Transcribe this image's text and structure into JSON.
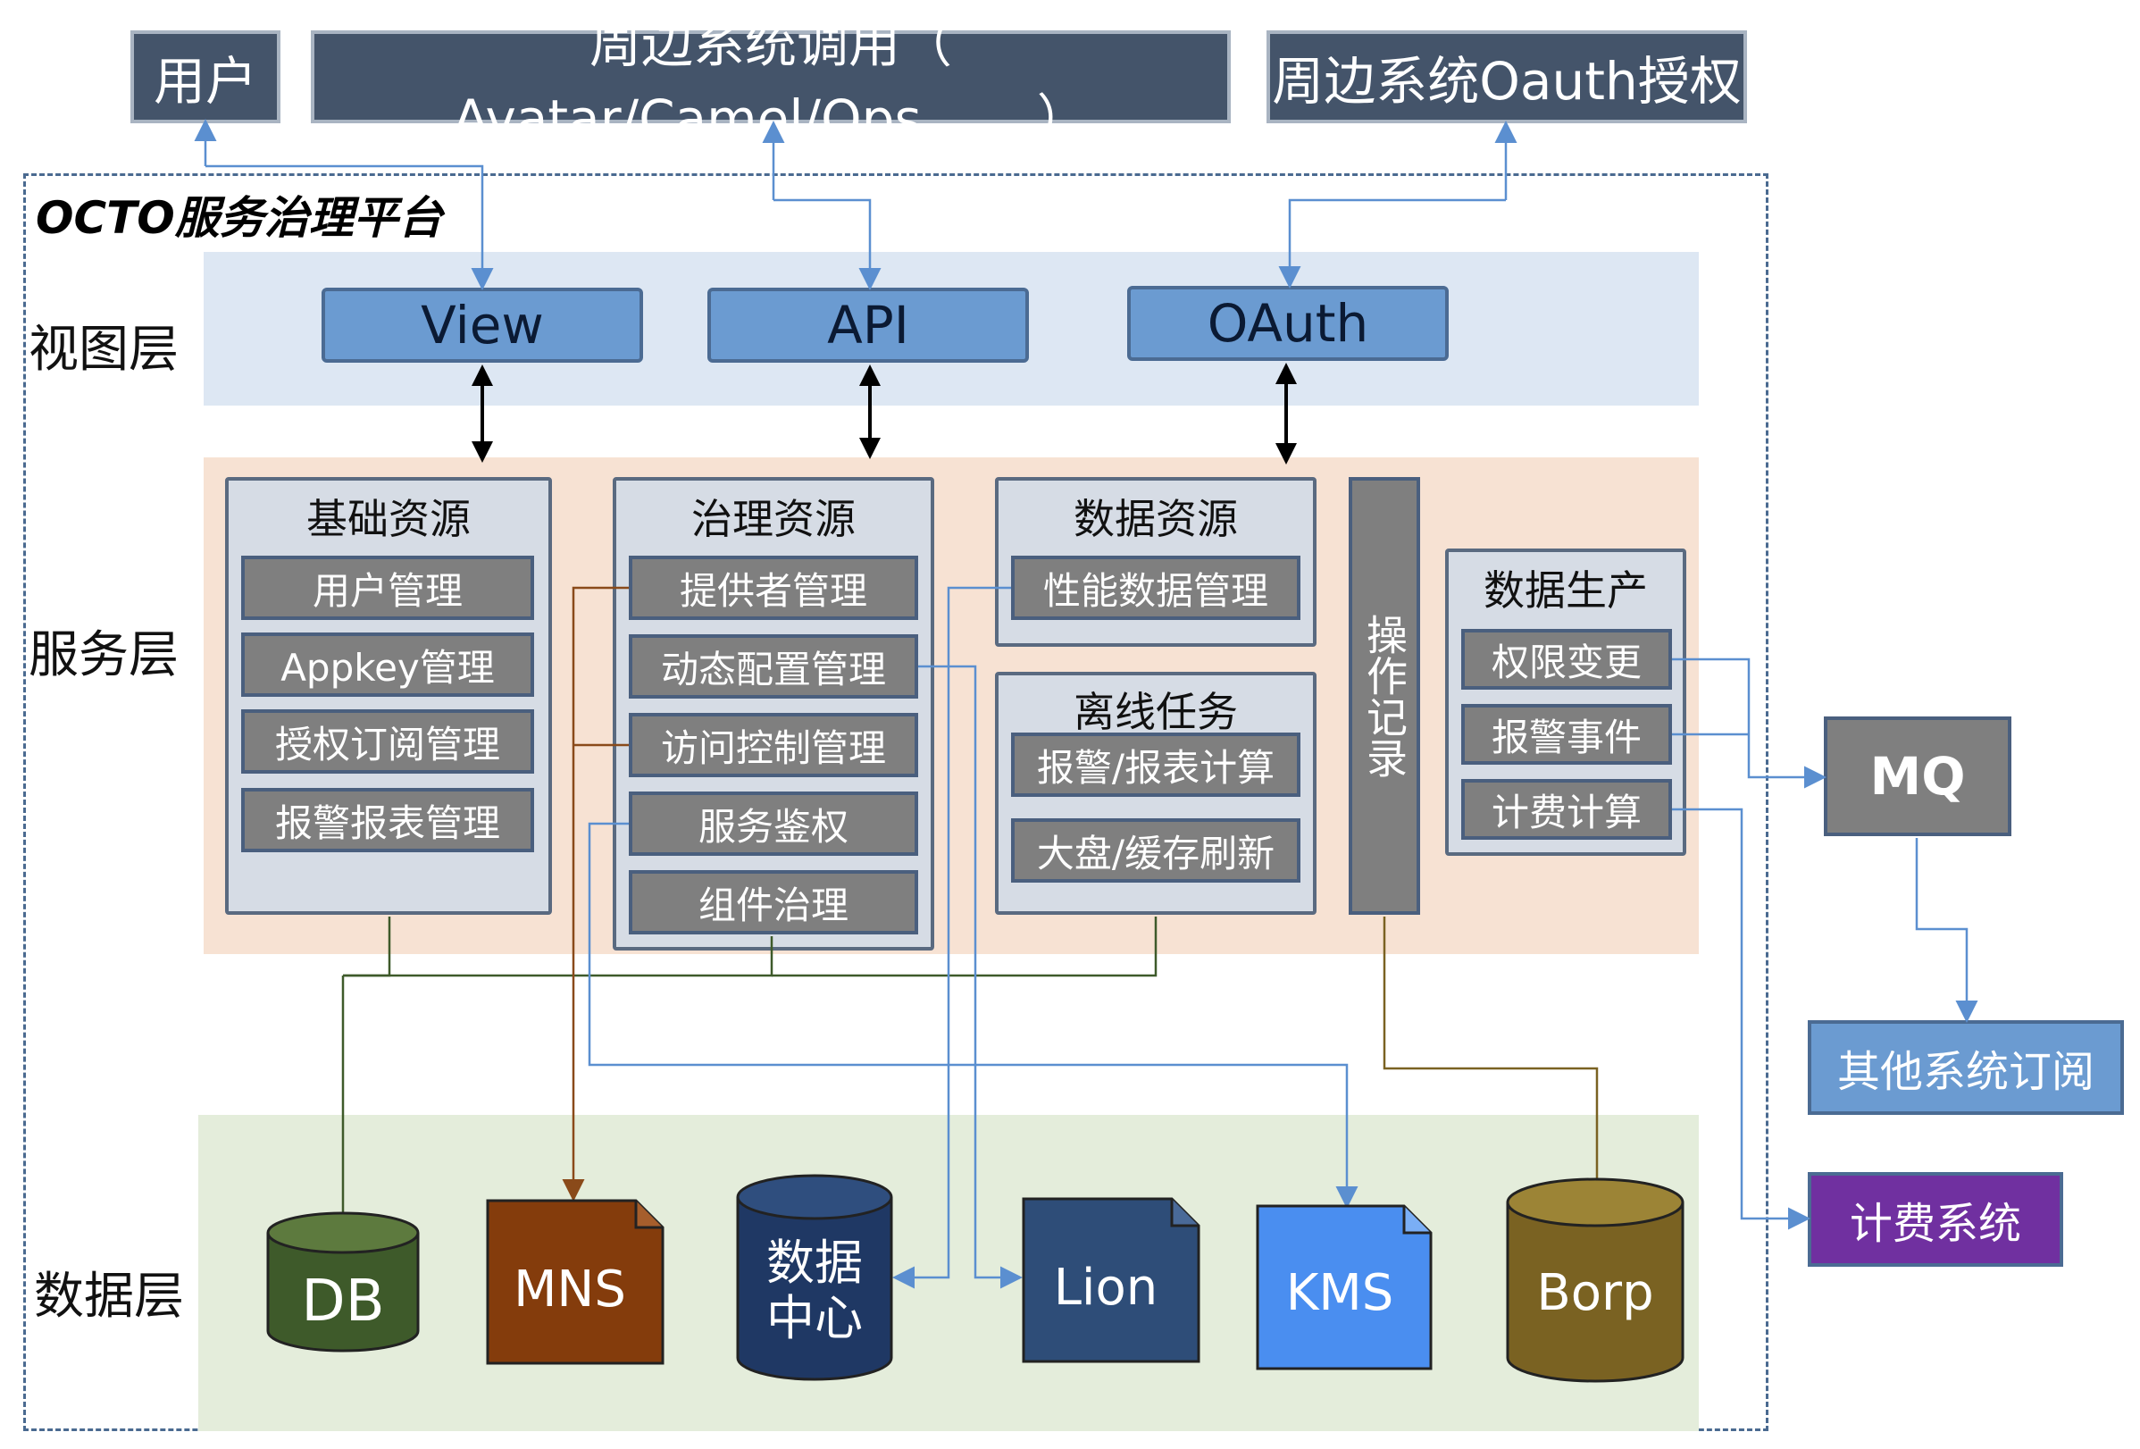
{
  "top": {
    "user": "用户",
    "peripheral_call": "周边系统调用（ Avatar/Camel/Ops...... ）",
    "peripheral_oauth": "周边系统Oauth授权"
  },
  "platform": {
    "title": "OCTO服务治理平台"
  },
  "layers": {
    "view": "视图层",
    "service": "服务层",
    "data": "数据层"
  },
  "view_layer": {
    "view": "View",
    "api": "API",
    "oauth": "OAuth"
  },
  "service_layer": {
    "basic": {
      "title": "基础资源",
      "items": [
        "用户管理",
        "Appkey管理",
        "授权订阅管理",
        "报警报表管理"
      ]
    },
    "governance": {
      "title": "治理资源",
      "items": [
        "提供者管理",
        "动态配置管理",
        "访问控制管理",
        "服务鉴权",
        "组件治理"
      ]
    },
    "data_resource": {
      "title": "数据资源",
      "items": [
        "性能数据管理"
      ]
    },
    "offline": {
      "title": "离线任务",
      "items": [
        "报警/报表计算",
        "大盘/缓存刷新"
      ]
    },
    "oplog": "操作记录",
    "data_production": {
      "title": "数据生产",
      "items": [
        "权限变更",
        "报警事件",
        "计费计算"
      ]
    }
  },
  "external": {
    "mq": "MQ",
    "subscribe": "其他系统订阅",
    "billing": "计费系统"
  },
  "data_layer": {
    "db": "DB",
    "mns": "MNS",
    "datacenter_line1": "数据",
    "datacenter_line2": "中心",
    "lion": "Lion",
    "kms": "KMS",
    "borp": "Borp"
  },
  "colors": {
    "dark_box": "#44546a",
    "view_button": "#6b9bd1",
    "item_gray": "#7f7f7f",
    "db": "#3e5a2a",
    "mns": "#843c0c",
    "datacenter": "#1f3864",
    "lion": "#2e4d78",
    "kms": "#4a8ef0",
    "borp": "#7a6222",
    "billing": "#7030a0"
  }
}
